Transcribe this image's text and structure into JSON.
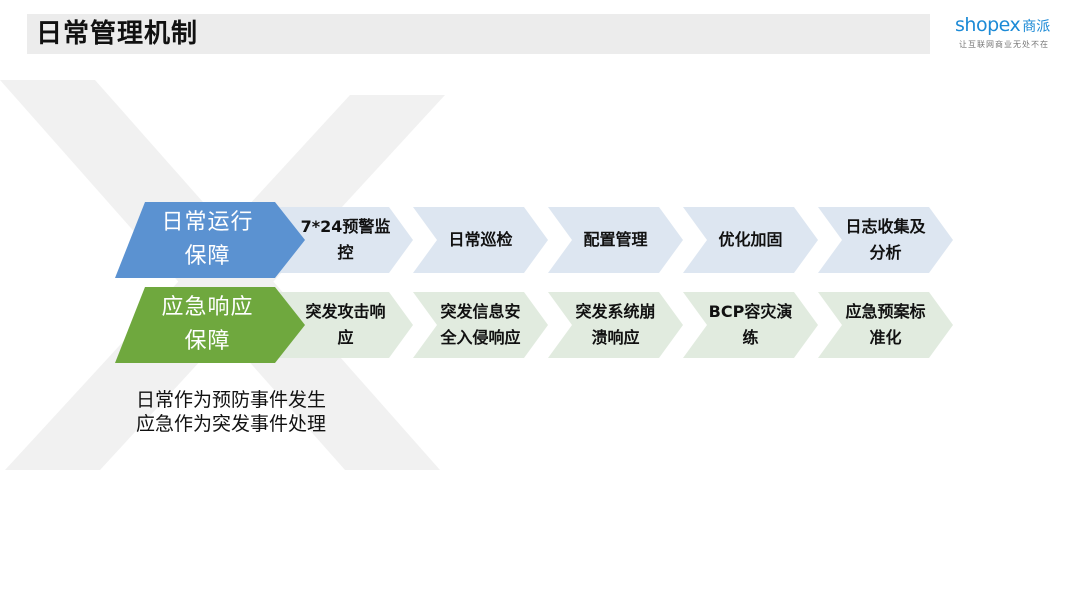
{
  "header": {
    "title": "日常管理机制",
    "logo": {
      "brand": "shopex",
      "brand_cn": "商派",
      "tagline": "让互联网商业无处不在"
    }
  },
  "rows": [
    {
      "head_lines": [
        "日常运行",
        "保障"
      ],
      "head_color": "#5b92d1",
      "step_color": "#dde6f1",
      "steps": [
        [
          "7*24预警监",
          "控"
        ],
        [
          "日常巡检"
        ],
        [
          "配置管理"
        ],
        [
          "优化加固"
        ],
        [
          "日志收集及",
          "分析"
        ]
      ]
    },
    {
      "head_lines": [
        "应急响应",
        "保障"
      ],
      "head_color": "#6fa83e",
      "step_color": "#e1ebdf",
      "steps": [
        [
          "突发攻击响",
          "应"
        ],
        [
          "突发信息安",
          "全入侵响应"
        ],
        [
          "突发系统崩",
          "溃响应"
        ],
        [
          "BCP容灾演",
          "练"
        ],
        [
          "应急预案标",
          "准化"
        ]
      ]
    }
  ],
  "notes": [
    "日常作为预防事件发生",
    "应急作为突发事件处理"
  ],
  "colors": {
    "background_x": "#f1f1f1",
    "title_bar": "#ececec",
    "logo_blue": "#1c8ad6"
  }
}
